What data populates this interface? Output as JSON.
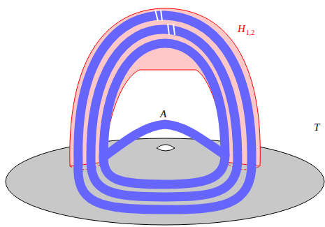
{
  "diagram": {
    "labels": [
      "H",
      "1,2",
      "T",
      "A"
    ]
  }
}
